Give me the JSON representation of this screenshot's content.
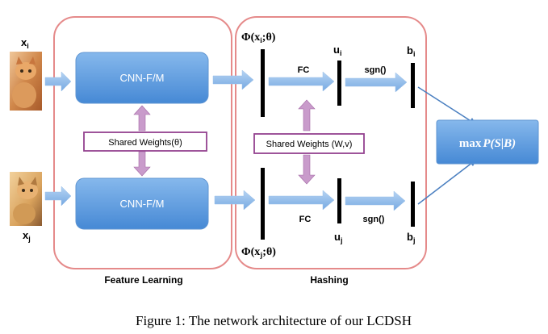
{
  "inputs": {
    "top_label_base": "x",
    "top_label_sub": "i",
    "bottom_label_base": "x",
    "bottom_label_sub": "j",
    "top_image_icon": "cat-photo-orange-icon",
    "bottom_image_icon": "cat-photo-tabby-icon"
  },
  "feature_learning": {
    "cnn_top": "CNN-F/M",
    "cnn_bottom": "CNN-F/M",
    "shared_weights": "Shared Weights(θ)",
    "caption": "Feature Learning"
  },
  "hashing": {
    "phi_top_prefix": "Φ(x",
    "phi_top_sub": "i",
    "phi_top_suffix": ";θ)",
    "phi_bottom_prefix": "Φ(x",
    "phi_bottom_sub": "j",
    "phi_bottom_suffix": ";θ)",
    "fc_top": "FC",
    "fc_bottom": "FC",
    "sgn_top": "sgn()",
    "sgn_bottom": "sgn()",
    "u_top_base": "u",
    "u_top_sub": "i",
    "u_bottom_base": "u",
    "u_bottom_sub": "j",
    "b_top_base": "b",
    "b_top_sub": "i",
    "b_bottom_base": "b",
    "b_bottom_sub": "j",
    "shared_weights": "Shared Weights (W,v)",
    "caption": "Hashing"
  },
  "objective": {
    "prefix": "max",
    "expression": "P(S|B)"
  },
  "figure_caption": "Figure 1: The network architecture of our LCDSH",
  "colors": {
    "pink_border": "#e58a8a",
    "blue_box_top": "#7fb2ea",
    "blue_box_bottom": "#4a8bd6",
    "purple_border": "#93428f",
    "purple_arrow": "#c99bcb",
    "blue_arrow": "#8fbbe8"
  }
}
